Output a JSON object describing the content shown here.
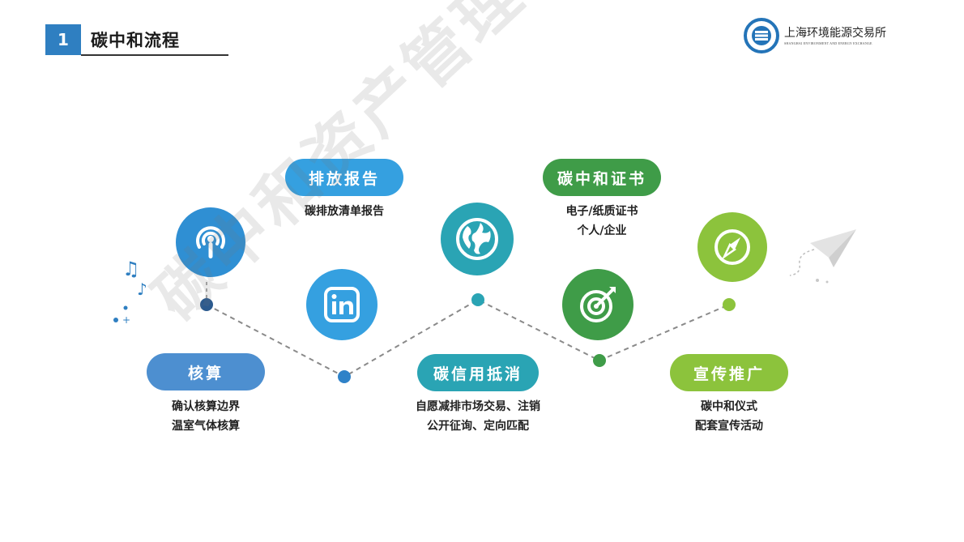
{
  "header": {
    "section_number": "1",
    "section_title": "碳中和流程"
  },
  "logo": {
    "name_cn": "上海环境能源交易所",
    "name_en": "SHANGHAI ENVIRONMENT AND ENERGY EXCHANGE"
  },
  "steps": [
    {
      "title": "核算",
      "desc_lines": [
        "确认核算边界",
        "温室气体核算"
      ],
      "icon": "broadcast-icon",
      "color": "#2f8fd3"
    },
    {
      "title": "排放报告",
      "desc_lines": [
        "碳排放清单报告"
      ],
      "icon": "linkedin-icon",
      "color": "#35a0e0"
    },
    {
      "title": "碳信用抵消",
      "desc_lines": [
        "自愿减排市场交易、注销",
        "公开征询、定向匹配"
      ],
      "icon": "globe-icon",
      "color": "#2aa4b4"
    },
    {
      "title": "碳中和证书",
      "desc_lines": [
        "电子/纸质证书",
        "个人/企业"
      ],
      "icon": "target-icon",
      "color": "#3f9c48"
    },
    {
      "title": "宣传推广",
      "desc_lines": [
        "碳中和仪式",
        "配套宣传活动"
      ],
      "icon": "compass-icon",
      "color": "#8cc33c"
    }
  ],
  "watermark": "碳中和资产管理培训专用材料"
}
